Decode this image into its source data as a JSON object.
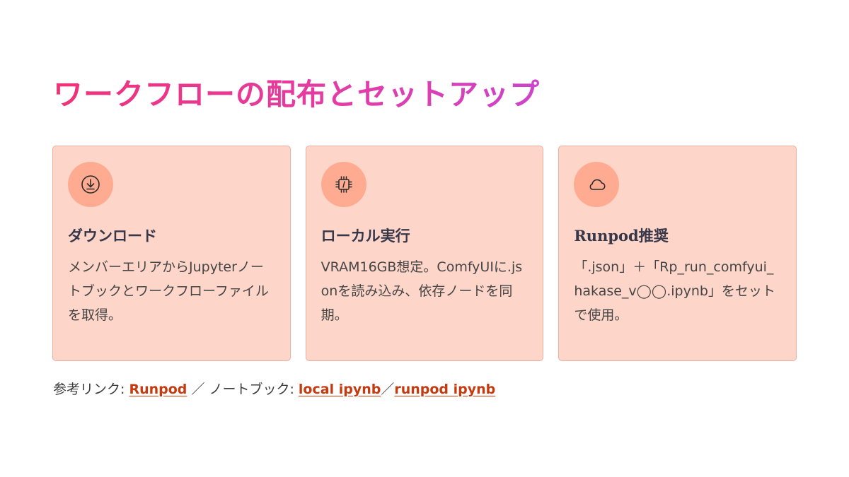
{
  "page": {
    "title": "ワークフローの配布とセットアップ"
  },
  "cards": [
    {
      "icon": "download-icon",
      "title": "ダウンロード",
      "description": "メンバーエリアからJupyterノートブックとワークフローファイルを取得。"
    },
    {
      "icon": "chip-icon",
      "title": "ローカル実行",
      "description": "VRAM16GB想定。ComfyUIに.jsonを読み込み、依存ノードを同期。"
    },
    {
      "icon": "cloud-icon",
      "title": "Runpod推奨",
      "description": "「.json」＋「Rp_run_comfyui_hakase_v◯◯.ipynb」をセットで使用。"
    }
  ],
  "footer": {
    "ref_label": "参考リンク: ",
    "runpod_link": "Runpod",
    "separator": " ／ ノートブック: ",
    "local_link": "local ipynb",
    "slash": "／",
    "runpod_ipynb_link": "runpod ipynb"
  },
  "colors": {
    "title_gradient_start": "#ee3377",
    "title_gradient_end": "#cc44cc",
    "card_bg": "#fdd5c9",
    "icon_circle": "#ffab91",
    "link": "#c63a10"
  }
}
